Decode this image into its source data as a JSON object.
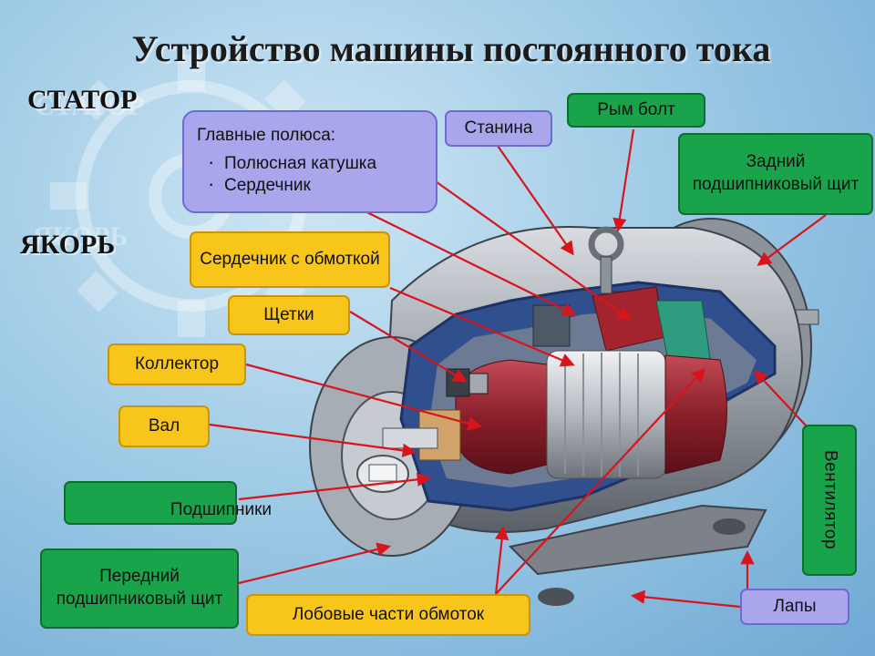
{
  "title": "Устройство машины постоянного тока",
  "sections": {
    "stator": "СТАТОР",
    "rotor": "ЯКОРЬ"
  },
  "labels": {
    "main_poles_heading": "Главные полюса:",
    "main_poles_items": [
      "Полюсная катушка",
      "Сердечник"
    ],
    "frame": "Станина",
    "eyebolt": "Рым болт",
    "rear_shield": "Задний подшипниковый щит",
    "core_winding": "Сердечник с обмоткой",
    "brushes": "Щетки",
    "commutator": "Коллектор",
    "shaft": "Вал",
    "bearings": "Подшипники",
    "front_shield": "Передний подшипниковый щит",
    "end_windings": "Лобовые части обмоток",
    "feet": "Лапы",
    "fan": "Вентилятор"
  },
  "colors": {
    "lavender": "#a9a6ec",
    "gold": "#f8c51a",
    "green": "#19a34a",
    "arrow": "#d8141c"
  }
}
